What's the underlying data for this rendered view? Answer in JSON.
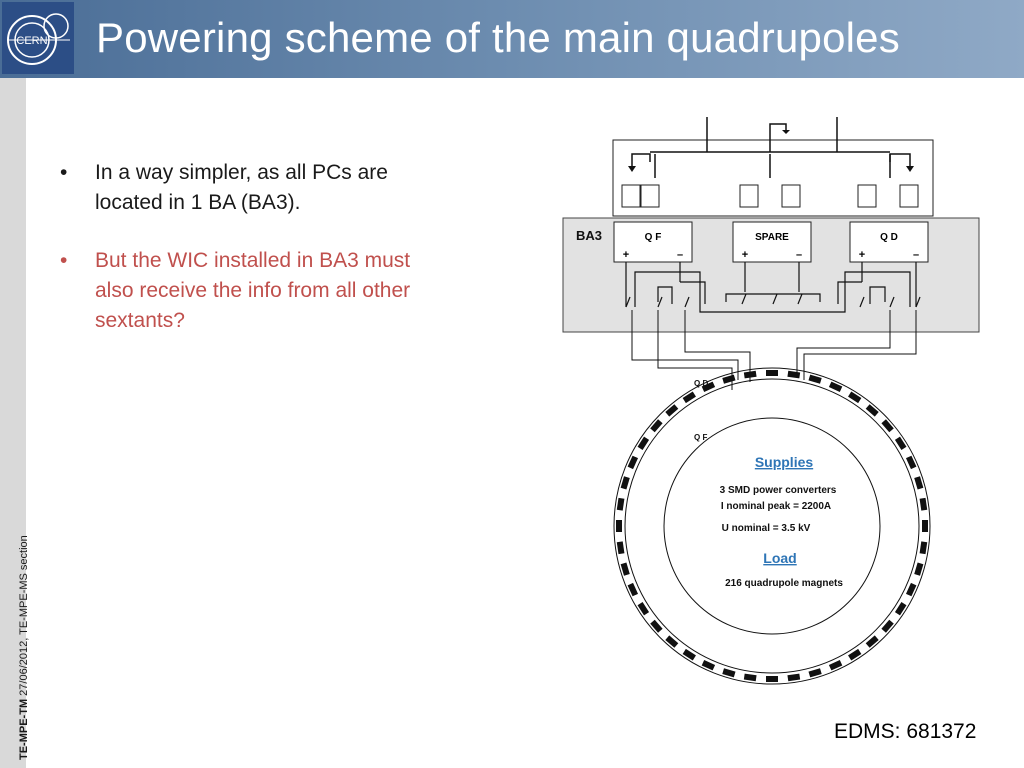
{
  "header": {
    "title": "Powering scheme of the main quadrupoles",
    "logo_text": "CERN"
  },
  "bullets": [
    {
      "text": "In a way simpler, as all PCs are located in 1 BA (BA3).",
      "color": "#1a1a1a"
    },
    {
      "text": "But the WIC installed in BA3 must also receive the info from all other sextants?",
      "color": "#c0504d"
    }
  ],
  "footer": {
    "bold": "TE-MPE-TM",
    "rest": " 27/06/2012, TE-MPE-MS section"
  },
  "edms": "EDMS: 681372",
  "diagram": {
    "building": "BA3",
    "converters": [
      {
        "label": "Q F",
        "plus": "+",
        "minus": "–"
      },
      {
        "label": "SPARE",
        "plus": "+",
        "minus": "–"
      },
      {
        "label": "Q D",
        "plus": "+",
        "minus": "–"
      }
    ],
    "ring_labels": {
      "qd": "Q D",
      "qf": "Q F"
    },
    "supplies": {
      "heading": "Supplies",
      "line1": "3 SMD power converters",
      "line2": "I nominal peak = 2200A",
      "line3": "U nominal = 3.5 kV"
    },
    "load": {
      "heading": "Load",
      "line1": "216 quadrupole magnets"
    }
  }
}
